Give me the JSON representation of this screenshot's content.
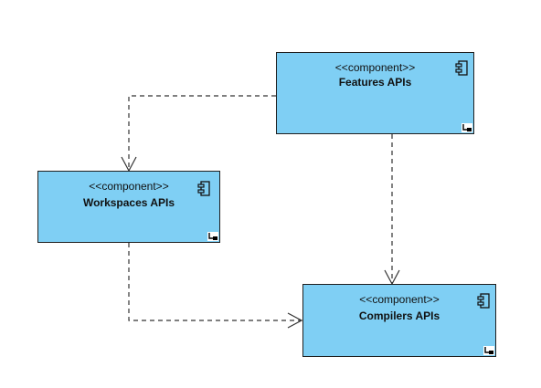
{
  "colors": {
    "component_fill": "#7fcff4",
    "border": "#1f1f1f",
    "connector": "#333333"
  },
  "diagram": {
    "components": [
      {
        "id": "features",
        "stereotype": "<<component>>",
        "name": "Features APIs",
        "icon": "component-icon"
      },
      {
        "id": "workspaces",
        "stereotype": "<<component>>",
        "name": "Workspaces APIs",
        "icon": "component-icon"
      },
      {
        "id": "compilers",
        "stereotype": "<<component>>",
        "name": "Compilers APIs",
        "icon": "component-icon"
      }
    ],
    "dependencies": [
      {
        "from": "features",
        "to": "workspaces",
        "style": "dashed",
        "arrow": "open"
      },
      {
        "from": "features",
        "to": "compilers",
        "style": "dashed",
        "arrow": "open"
      },
      {
        "from": "workspaces",
        "to": "compilers",
        "style": "dashed",
        "arrow": "open"
      }
    ]
  }
}
